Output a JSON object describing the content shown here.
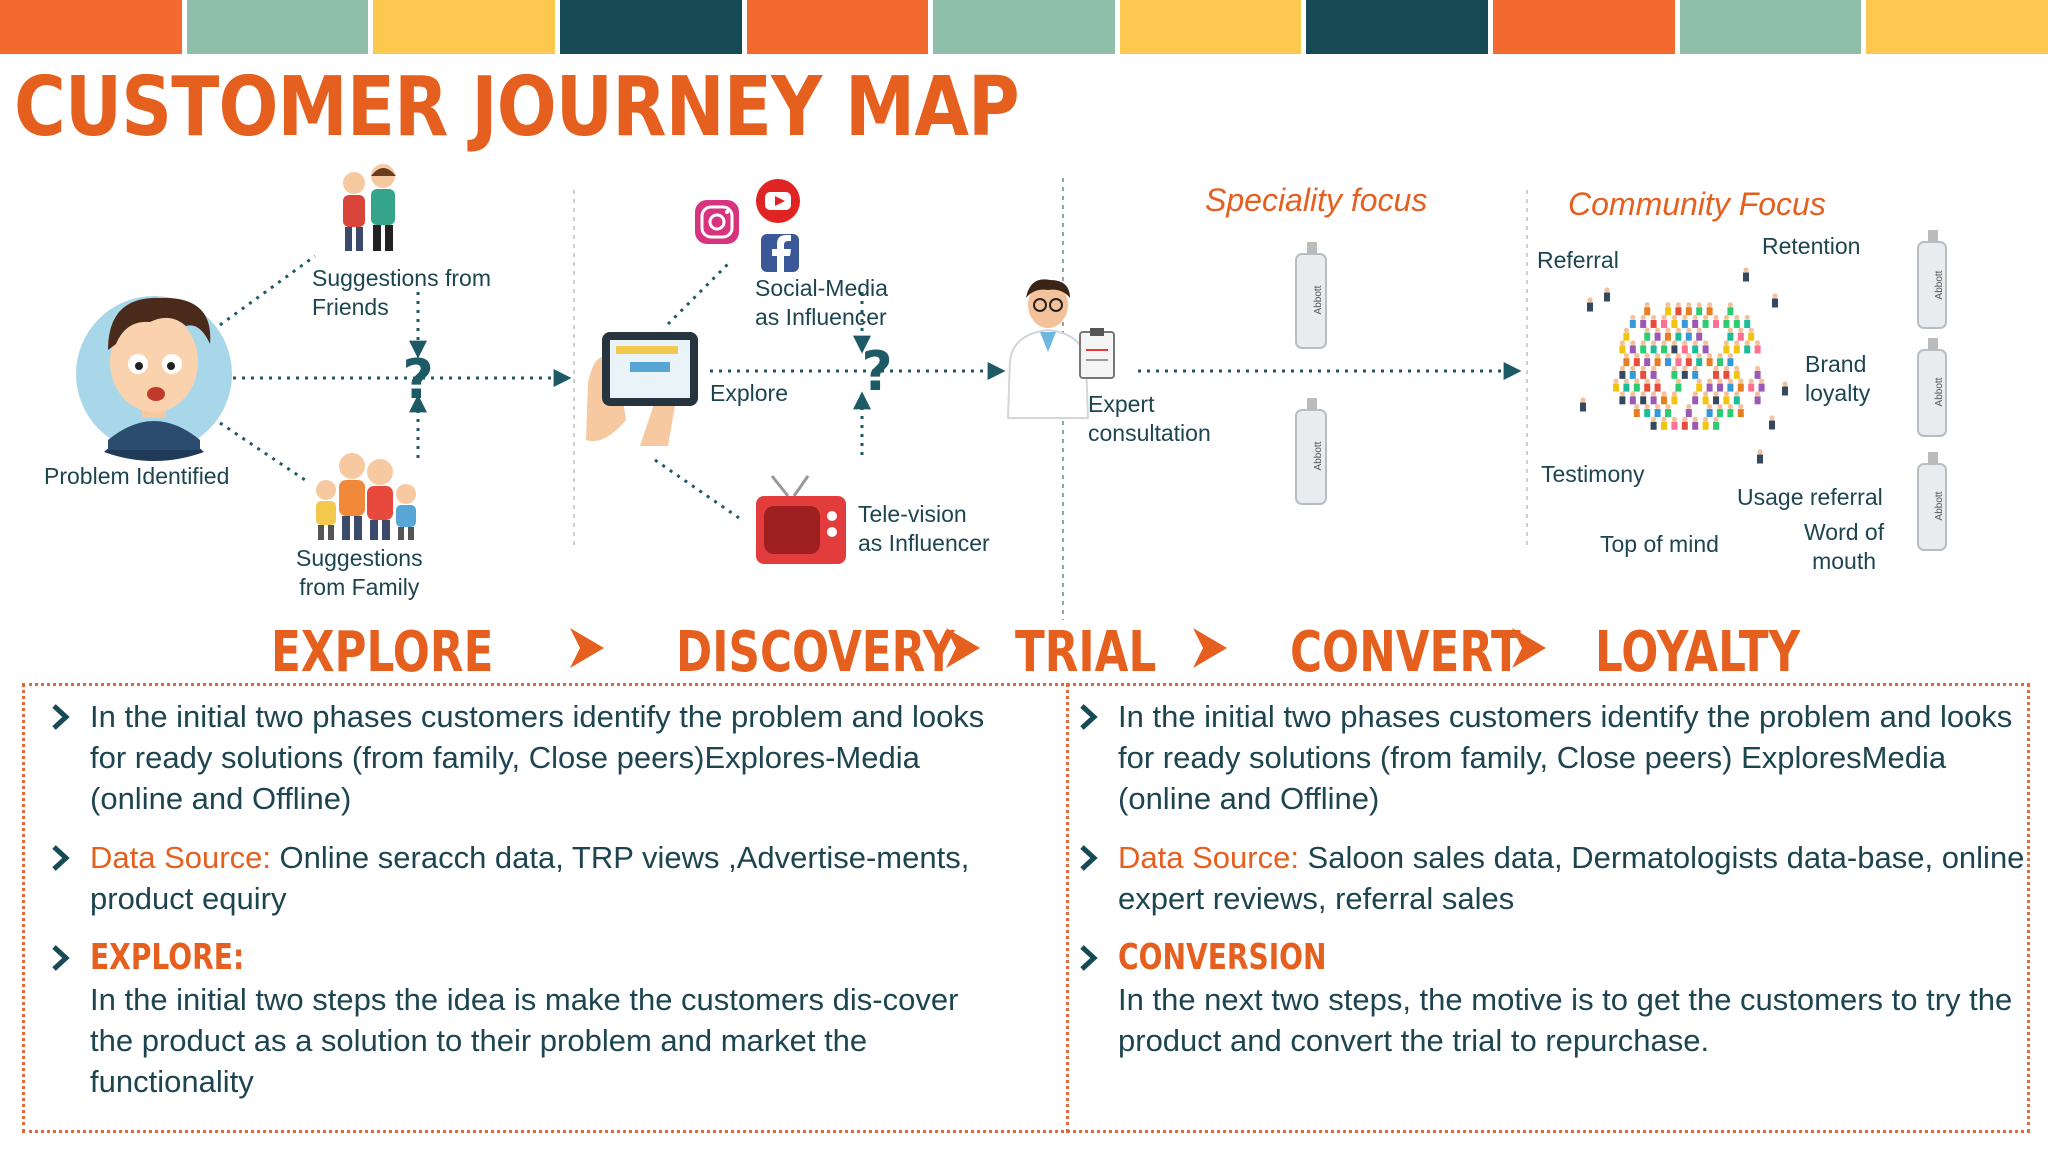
{
  "colors": {
    "orange": "#f26a2e",
    "sage": "#8fbfab",
    "yellow": "#fdc84f",
    "teal": "#164b55",
    "accent": "#e55f1f",
    "text": "#1d4550"
  },
  "top_stripe": [
    "orange",
    "sage",
    "yellow",
    "teal",
    "orange",
    "sage",
    "yellow",
    "teal",
    "orange",
    "sage",
    "yellow"
  ],
  "title": "CUSTOMER JOURNEY MAP",
  "diagram": {
    "problem_label": "Problem Identified",
    "friends_label": [
      "Suggestions from",
      "Friends"
    ],
    "family_label": [
      "Suggestions",
      "from Family"
    ],
    "explore_label": "Explore",
    "social_label": [
      "Social-Media",
      "as Influencer"
    ],
    "tv_label": [
      "Tele-vision",
      "as Influencer"
    ],
    "expert_label": [
      "Expert",
      "consultation"
    ],
    "question_mark": "?",
    "speciality_focus": "Speciality focus",
    "community_focus": "Community Focus",
    "product_brand": "Abbott",
    "community_terms": {
      "referral": "Referral",
      "retention": "Retention",
      "brand_loyalty": [
        "Brand",
        "loyalty"
      ],
      "testimony": "Testimony",
      "usage_referral": "Usage referral",
      "top_of_mind": "Top of mind",
      "word_of_mouth": [
        "Word of",
        "mouth"
      ]
    },
    "icons": [
      "worried-man-icon",
      "friends-icon",
      "family-icon",
      "tablet-icon",
      "instagram-icon",
      "youtube-icon",
      "facebook-icon",
      "television-icon",
      "doctor-icon",
      "crowd-icon",
      "product-bottle-icon"
    ]
  },
  "phases": [
    "EXPLORE",
    "DISCOVERY",
    "TRIAL",
    "CONVERT",
    "LOYALTY"
  ],
  "left_panel": {
    "point1": "In the initial two phases customers identify the problem and looks for ready solutions (from family, Close peers)Explores-Media (online and Offline)",
    "data_source_label": "Data Source:",
    "data_source_text": " Online seracch data, TRP views ,Advertise-ments, product equiry",
    "subhead": "EXPLORE:",
    "subtext": "In the initial two steps the idea is make the customers dis-cover  the product as a solution to their problem and market the functionality"
  },
  "right_panel": {
    "point1": "In the initial two phases customers identify the problem and looks for ready solutions (from family, Close peers) ExploresMedia (online and Offline)",
    "data_source_label": "Data Source:",
    "data_source_text": " Saloon sales data, Dermatologists data-base, online expert reviews, referral sales",
    "subhead": "CONVERSION",
    "subtext": "In the next two steps, the motive is to get the customers to try the product and convert the trial to repurchase."
  }
}
